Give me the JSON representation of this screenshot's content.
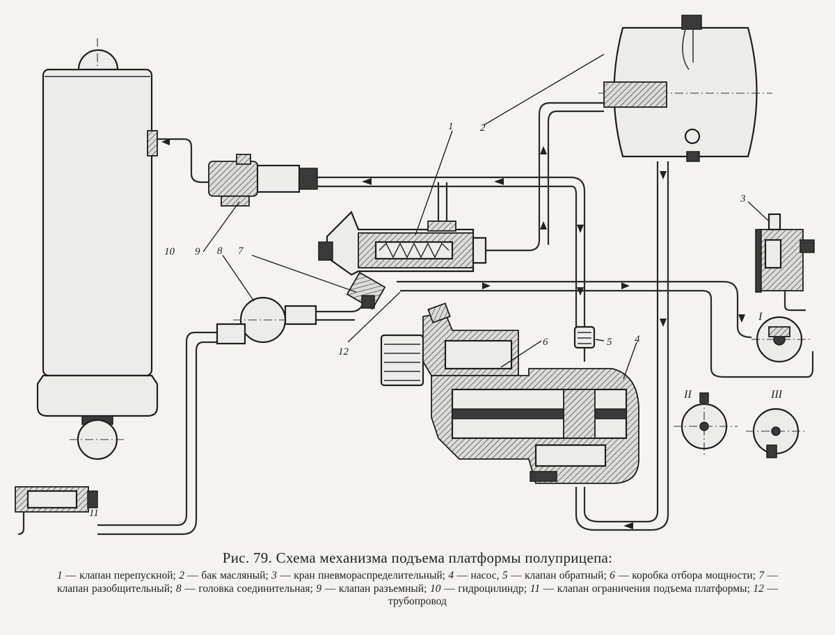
{
  "diagram": {
    "part_numbers": [
      "1",
      "2",
      "3",
      "4",
      "5",
      "6",
      "7",
      "8",
      "9",
      "10",
      "11",
      "12"
    ],
    "view_labels": [
      "I",
      "II",
      "III"
    ]
  },
  "caption": {
    "title": "Рис. 79. Схема механизма подъема платформы полуприцепа:",
    "items": [
      {
        "num": "1",
        "text": "клапан перепускной;"
      },
      {
        "num": "2",
        "text": "бак масляный;"
      },
      {
        "num": "3",
        "text": "кран пневмораспределительный;"
      },
      {
        "num": "4",
        "text": "насос,"
      },
      {
        "num": "5",
        "text": "клапан обратный;"
      },
      {
        "num": "6",
        "text": "коробка отбора мощности;"
      },
      {
        "num": "7",
        "text": "клапан разобщительный;"
      },
      {
        "num": "8",
        "text": "головка соединительная;"
      },
      {
        "num": "9",
        "text": "клапан разъемный;"
      },
      {
        "num": "10",
        "text": "гидроцилиндр;"
      },
      {
        "num": "11",
        "text": "клапан ограничения подъема платформы;"
      },
      {
        "num": "12",
        "text": "трубопровод"
      }
    ]
  },
  "colors": {
    "background": "#f4f3ef",
    "ink": "#222222"
  }
}
